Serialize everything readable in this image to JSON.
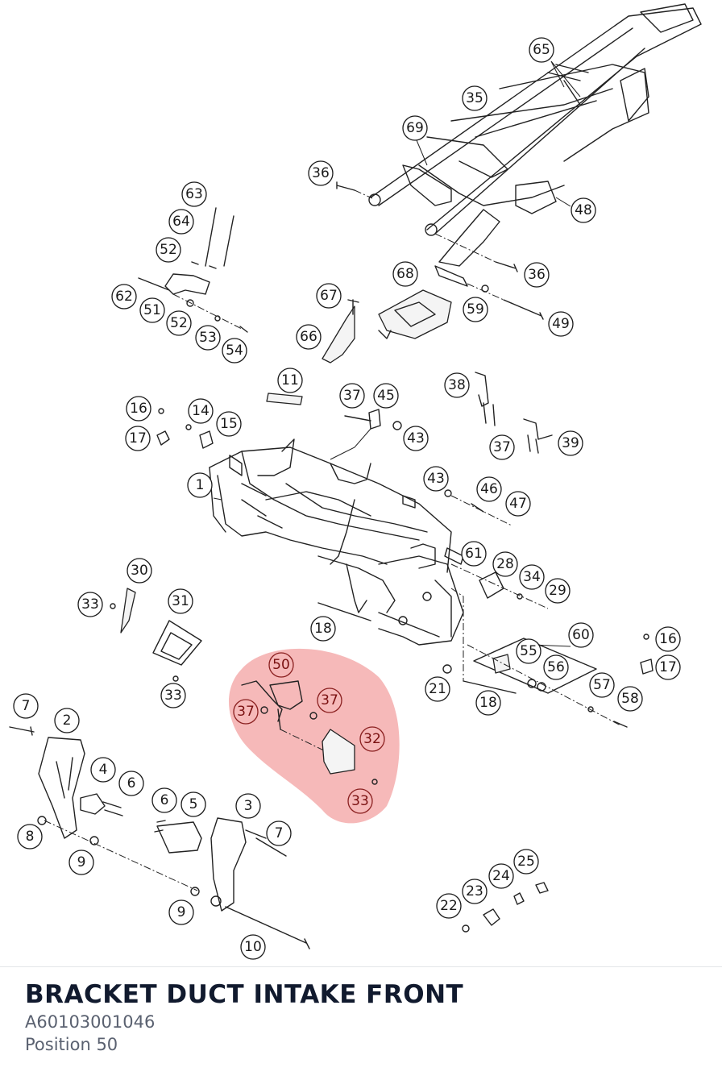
{
  "part": {
    "title": "BRACKET DUCT INTAKE FRONT",
    "number": "A60103001046",
    "position_label": "Position 50"
  },
  "highlight_color": "#f08a8a",
  "callouts": {
    "c65": "65",
    "c35": "35",
    "c69": "69",
    "c36a": "36",
    "c48": "48",
    "c36b": "36",
    "c49": "49",
    "c59": "59",
    "c68": "68",
    "c63": "63",
    "c64": "64",
    "c52a": "52",
    "c62": "62",
    "c51": "51",
    "c52b": "52",
    "c53": "53",
    "c54": "54",
    "c67": "67",
    "c66": "66",
    "c11": "11",
    "c37a": "37",
    "c45": "45",
    "c43a": "43",
    "c38": "38",
    "c37b": "37",
    "c39": "39",
    "c16a": "16",
    "c17a": "17",
    "c14": "14",
    "c15": "15",
    "c1": "1",
    "c43b": "43",
    "c46": "46",
    "c47": "47",
    "c61": "61",
    "c28": "28",
    "c34": "34",
    "c29": "29",
    "c30": "30",
    "c33a": "33",
    "c31": "31",
    "c33b": "33",
    "c18a": "18",
    "c50": "50",
    "c37c": "37",
    "c37d": "37",
    "c32": "32",
    "c33c": "33",
    "c21": "21",
    "c18b": "18",
    "c60": "60",
    "c55": "55",
    "c56": "56",
    "c57": "57",
    "c58": "58",
    "c16b": "16",
    "c17b": "17",
    "c7a": "7",
    "c2": "2",
    "c4": "4",
    "c6a": "6",
    "c6b": "6",
    "c5": "5",
    "c3": "3",
    "c7b": "7",
    "c8": "8",
    "c9a": "9",
    "c9b": "9",
    "c10": "10",
    "c22": "22",
    "c23": "23",
    "c24": "24",
    "c25": "25"
  }
}
